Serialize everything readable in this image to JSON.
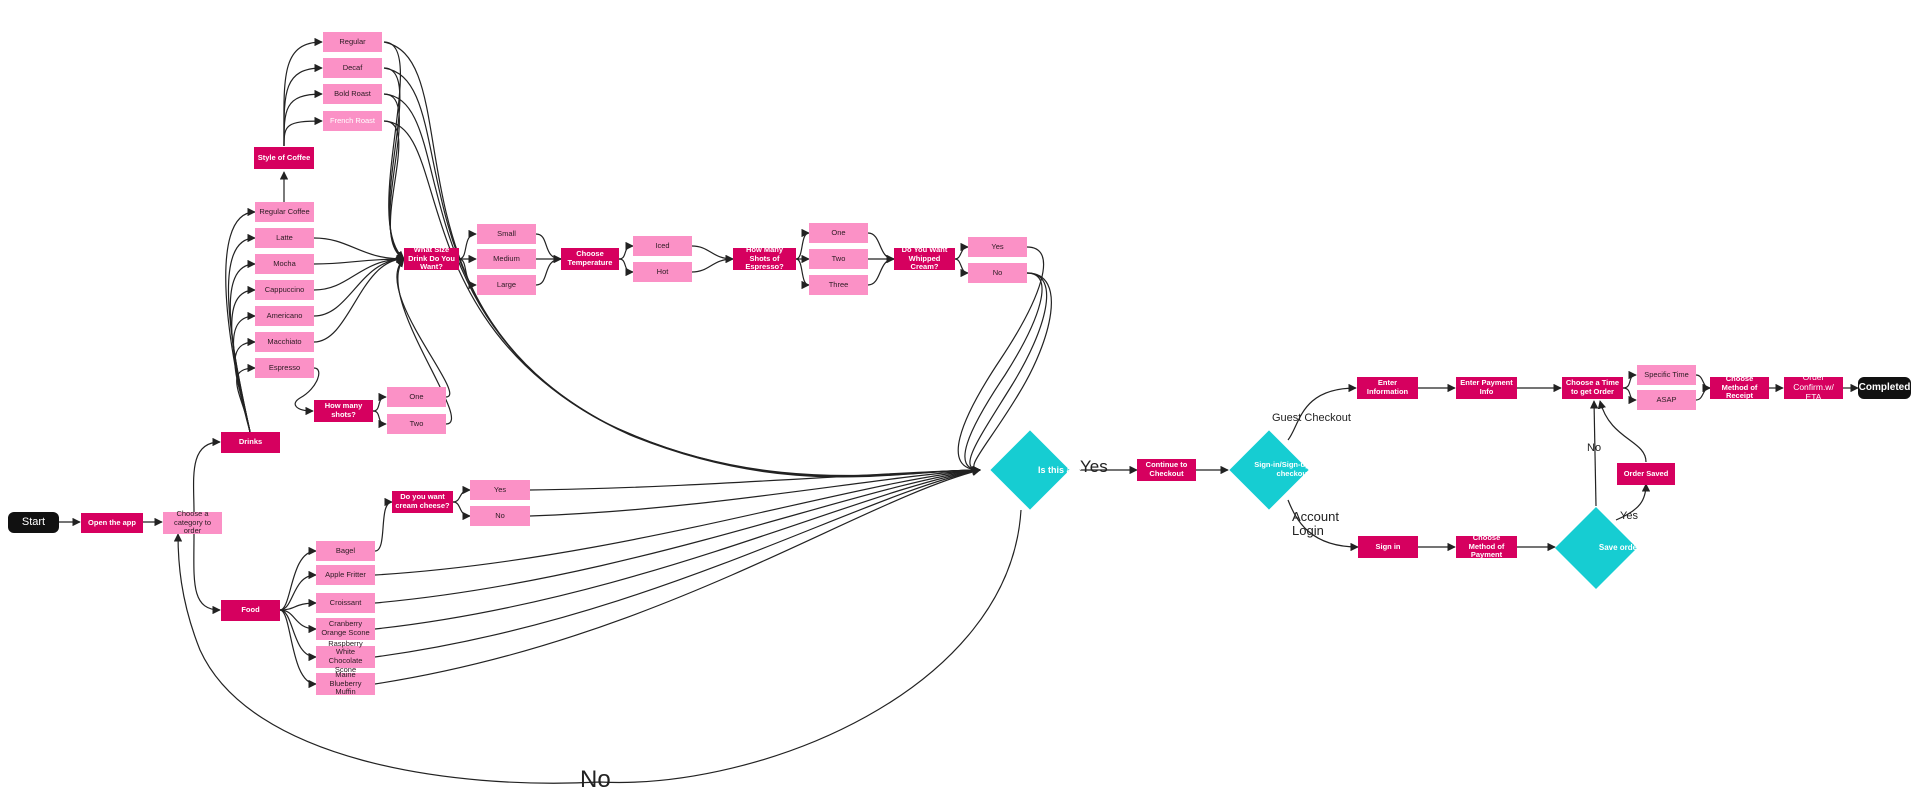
{
  "nodes": {
    "start": "Start",
    "open_app": "Open the app",
    "choose_category": "Choose a category to order",
    "drinks": "Drinks",
    "food": "Food",
    "regular_coffee": "Regular Coffee",
    "latte": "Latte",
    "mocha": "Mocha",
    "cappuccino": "Cappuccino",
    "americano": "Americano",
    "macchiato": "Macchiato",
    "espresso": "Espresso",
    "style_of_coffee": "Style of Coffee",
    "regular": "Regular",
    "decaf": "Decaf",
    "bold_roast": "Bold Roast",
    "french_roast": "French Roast",
    "how_many_shots": "How many shots?",
    "shots_one": "One",
    "shots_two": "Two",
    "what_size": "What Size Drink Do You Want?",
    "small": "Small",
    "medium": "Medium",
    "large": "Large",
    "choose_temperature": "Choose Temperature",
    "iced": "Iced",
    "hot": "Hot",
    "how_many_espresso": "How Many Shots of Espresso?",
    "esp_one": "One",
    "esp_two": "Two",
    "esp_three": "Three",
    "whipped_cream": "Do You Want Whipped Cream?",
    "whip_yes": "Yes",
    "whip_no": "No",
    "bagel": "Bagel",
    "apple_fritter": "Apple Fritter",
    "croissant": "Croissant",
    "cranberry_scone": "Cranberry Orange Scone",
    "raspberry_scone": "Raspberry White Chocolate Scone",
    "blueberry_muffin": "Maine Blueberry Muffin",
    "cream_cheese": "Do you want cream cheese?",
    "cc_yes": "Yes",
    "cc_no": "No",
    "is_this_all": "Is this all?",
    "continue_checkout": "Continue to Checkout",
    "signin_choice": "Sign-in/Sign-up/guest checkout",
    "enter_information": "Enter Information",
    "enter_payment": "Enter Payment Info",
    "choose_time": "Choose a Time to get Order",
    "specific_time": "Specific Time",
    "asap": "ASAP",
    "choose_receipt": "Choose Method of Receipt",
    "order_confirm": "Order Confirm.w/ ETA",
    "completed": "Completed",
    "sign_in": "Sign in",
    "choose_payment": "Choose Method of Payment",
    "save_order": "Save order?",
    "order_saved": "Order Saved"
  },
  "edge_labels": {
    "yes_main": "Yes",
    "no_main": "No",
    "guest_checkout": "Guest Checkout",
    "account_login": "Account Login",
    "save_no": "No",
    "save_yes": "Yes"
  },
  "colors": {
    "dark_pink": "#d6005f",
    "light_pink": "#fb91c6",
    "cyan": "#16cdd2",
    "black": "#111111",
    "edge": "#222222"
  }
}
